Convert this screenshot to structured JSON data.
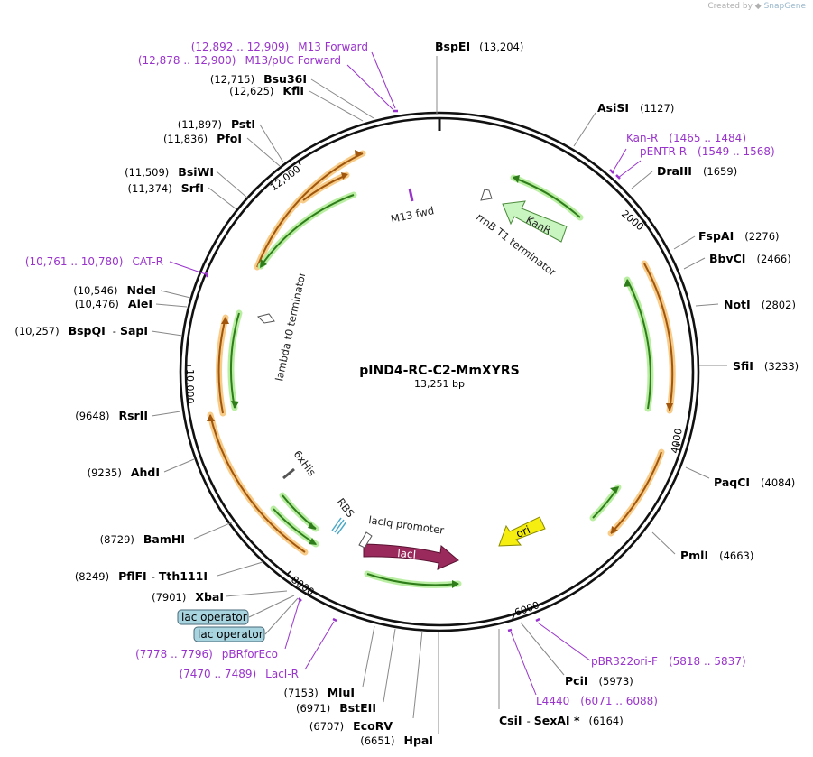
{
  "watermark": {
    "prefix": "Created by",
    "brand": "SnapGene"
  },
  "plasmid": {
    "name": "pIND4-RC-C2-MmXYRS",
    "length": "13,251 bp"
  },
  "ticks": [
    "2000",
    "4000",
    "6000",
    "8000",
    "10,000",
    "12,000"
  ],
  "enzymes": {
    "bspei": {
      "name": "BspEI",
      "pos": "(13,204)"
    },
    "asisi": {
      "name": "AsiSI",
      "pos": "(1127)"
    },
    "draiii": {
      "name": "DraIII",
      "pos": "(1659)"
    },
    "fspai": {
      "name": "FspAI",
      "pos": "(2276)"
    },
    "bbvci": {
      "name": "BbvCI",
      "pos": "(2466)"
    },
    "noti": {
      "name": "NotI",
      "pos": "(2802)"
    },
    "sfii": {
      "name": "SfiI",
      "pos": "(3233)"
    },
    "paqci": {
      "name": "PaqCI",
      "pos": "(4084)"
    },
    "pmli": {
      "name": "PmlI",
      "pos": "(4663)"
    },
    "pcii": {
      "name": "PciI",
      "pos": "(5973)"
    },
    "csii": {
      "name": "CsiI",
      "sep": "-",
      "name2": "SexAI *",
      "pos": "(6164)"
    },
    "hpai": {
      "name": "HpaI",
      "pos": "(6651)"
    },
    "ecorv": {
      "name": "EcoRV",
      "pos": "(6707)"
    },
    "bsteii": {
      "name": "BstEII",
      "pos": "(6971)"
    },
    "mlui": {
      "name": "MluI",
      "pos": "(7153)"
    },
    "xbai": {
      "name": "XbaI",
      "pos": "(7901)"
    },
    "pflfi": {
      "name": "PflFI",
      "sep": "-",
      "name2": "Tth111I",
      "pos": "(8249)"
    },
    "bamhi": {
      "name": "BamHI",
      "pos": "(8729)"
    },
    "ahdi": {
      "name": "AhdI",
      "pos": "(9235)"
    },
    "rsrii": {
      "name": "RsrII",
      "pos": "(9648)"
    },
    "bspqi": {
      "name": "BspQI",
      "sep": "-",
      "name2": "SapI",
      "pos": "(10,257)"
    },
    "alei": {
      "name": "AleI",
      "pos": "(10,476)"
    },
    "ndei": {
      "name": "NdeI",
      "pos": "(10,546)"
    },
    "srfi": {
      "name": "SrfI",
      "pos": "(11,374)"
    },
    "bsiwi": {
      "name": "BsiWI",
      "pos": "(11,509)"
    },
    "pfoi": {
      "name": "PfoI",
      "pos": "(11,836)"
    },
    "psti": {
      "name": "PstI",
      "pos": "(11,897)"
    },
    "kfli": {
      "name": "KflI",
      "pos": "(12,625)"
    },
    "bsu36i": {
      "name": "Bsu36I",
      "pos": "(12,715)"
    }
  },
  "primers": {
    "m13fwd": {
      "range": "(12,892 .. 12,909)",
      "name": "M13 Forward"
    },
    "m13puc": {
      "range": "(12,878 .. 12,900)",
      "name": "M13/pUC Forward"
    },
    "kanr": {
      "name": "Kan-R",
      "range": "(1465 .. 1484)"
    },
    "pentr": {
      "name": "pENTR-R",
      "range": "(1549 .. 1568)"
    },
    "catr": {
      "range": "(10,761 .. 10,780)",
      "name": "CAT-R"
    },
    "pbr322ori": {
      "name": "pBR322ori-F",
      "range": "(5818 .. 5837)"
    },
    "l4440": {
      "name": "L4440",
      "range": "(6071 .. 6088)"
    },
    "pbrforeco": {
      "range": "(7778 .. 7796)",
      "name": "pBRforEco"
    },
    "laci": {
      "range": "(7470 .. 7489)",
      "name": "LacI-R"
    }
  },
  "features": {
    "m13fwd": "M13 fwd",
    "rrnb": "rrnB T1 terminator",
    "kanr": "KanR",
    "lambda": "lambda t0 terminator",
    "sixhis": "6xHis",
    "rbs": "RBS",
    "laciq": "lacIq promoter",
    "laci": "lacI",
    "ori": "ori",
    "lacop1": "lac operator",
    "lacop2": "lac operator"
  },
  "colors": {
    "primer": "#9933cc",
    "orf_green": "#2e7d1a",
    "orf_orange": "#c06a10",
    "kanr_fill": "#c8f5c0",
    "laci_fill": "#9b2a5c",
    "ori_fill": "#f5ee10",
    "operator_fill": "#a8d4e0"
  }
}
